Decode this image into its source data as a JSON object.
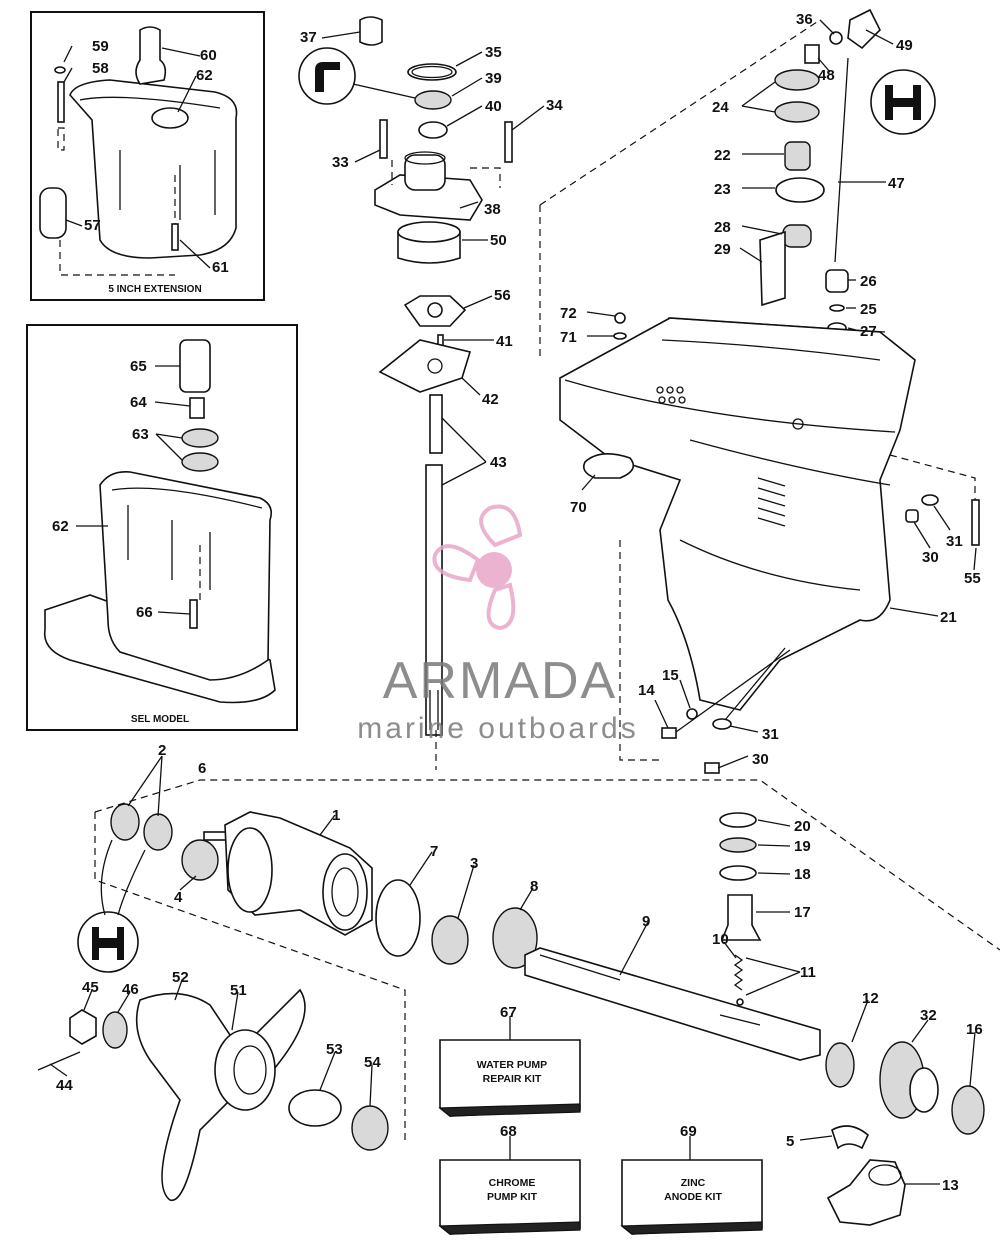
{
  "insets": {
    "extension_caption": "5 INCH EXTENSION",
    "sel_caption": "SEL MODEL"
  },
  "kits": {
    "water_pump": [
      "WATER PUMP",
      "REPAIR KIT"
    ],
    "chrome_pump": [
      "CHROME",
      "PUMP KIT"
    ],
    "zinc_anode": [
      "ZINC",
      "ANODE KIT"
    ]
  },
  "watermark": {
    "brand": "ARMADA",
    "tagline": "marine outboards",
    "color": "#e8a6c8"
  },
  "callouts": [
    {
      "id": "c59",
      "text": "59"
    },
    {
      "id": "c58",
      "text": "58"
    },
    {
      "id": "c60",
      "text": "60"
    },
    {
      "id": "c62a",
      "text": "62"
    },
    {
      "id": "c57",
      "text": "57"
    },
    {
      "id": "c61",
      "text": "61"
    },
    {
      "id": "c65",
      "text": "65"
    },
    {
      "id": "c64",
      "text": "64"
    },
    {
      "id": "c63",
      "text": "63"
    },
    {
      "id": "c62b",
      "text": "62"
    },
    {
      "id": "c66",
      "text": "66"
    },
    {
      "id": "c37",
      "text": "37"
    },
    {
      "id": "c35",
      "text": "35"
    },
    {
      "id": "c39",
      "text": "39"
    },
    {
      "id": "c40",
      "text": "40"
    },
    {
      "id": "c34",
      "text": "34"
    },
    {
      "id": "c33",
      "text": "33"
    },
    {
      "id": "c38",
      "text": "38"
    },
    {
      "id": "c50",
      "text": "50"
    },
    {
      "id": "c56",
      "text": "56"
    },
    {
      "id": "c41",
      "text": "41"
    },
    {
      "id": "c42",
      "text": "42"
    },
    {
      "id": "c43",
      "text": "43"
    },
    {
      "id": "c36",
      "text": "36"
    },
    {
      "id": "c49",
      "text": "49"
    },
    {
      "id": "c48",
      "text": "48"
    },
    {
      "id": "c24",
      "text": "24"
    },
    {
      "id": "c22",
      "text": "22"
    },
    {
      "id": "c47",
      "text": "47"
    },
    {
      "id": "c23",
      "text": "23"
    },
    {
      "id": "c28",
      "text": "28"
    },
    {
      "id": "c29",
      "text": "29"
    },
    {
      "id": "c26",
      "text": "26"
    },
    {
      "id": "c72",
      "text": "72"
    },
    {
      "id": "c25",
      "text": "25"
    },
    {
      "id": "c71",
      "text": "71"
    },
    {
      "id": "c27",
      "text": "27"
    },
    {
      "id": "c70",
      "text": "70"
    },
    {
      "id": "c30a",
      "text": "30"
    },
    {
      "id": "c31a",
      "text": "31"
    },
    {
      "id": "c55",
      "text": "55"
    },
    {
      "id": "c21",
      "text": "21"
    },
    {
      "id": "c15",
      "text": "15"
    },
    {
      "id": "c14",
      "text": "14"
    },
    {
      "id": "c31b",
      "text": "31"
    },
    {
      "id": "c30b",
      "text": "30"
    },
    {
      "id": "c2",
      "text": "2"
    },
    {
      "id": "c6",
      "text": "6"
    },
    {
      "id": "c1",
      "text": "1"
    },
    {
      "id": "c4",
      "text": "4"
    },
    {
      "id": "c7",
      "text": "7"
    },
    {
      "id": "c3",
      "text": "3"
    },
    {
      "id": "c8",
      "text": "8"
    },
    {
      "id": "c20",
      "text": "20"
    },
    {
      "id": "c19",
      "text": "19"
    },
    {
      "id": "c18",
      "text": "18"
    },
    {
      "id": "c17",
      "text": "17"
    },
    {
      "id": "c9",
      "text": "9"
    },
    {
      "id": "c10",
      "text": "10"
    },
    {
      "id": "c11",
      "text": "11"
    },
    {
      "id": "c52",
      "text": "52"
    },
    {
      "id": "c51",
      "text": "51"
    },
    {
      "id": "c45",
      "text": "45"
    },
    {
      "id": "c46",
      "text": "46"
    },
    {
      "id": "c44",
      "text": "44"
    },
    {
      "id": "c53",
      "text": "53"
    },
    {
      "id": "c54",
      "text": "54"
    },
    {
      "id": "c67",
      "text": "67"
    },
    {
      "id": "c12",
      "text": "12"
    },
    {
      "id": "c32",
      "text": "32"
    },
    {
      "id": "c16",
      "text": "16"
    },
    {
      "id": "c68",
      "text": "68"
    },
    {
      "id": "c69",
      "text": "69"
    },
    {
      "id": "c5",
      "text": "5"
    },
    {
      "id": "c13",
      "text": "13"
    }
  ]
}
